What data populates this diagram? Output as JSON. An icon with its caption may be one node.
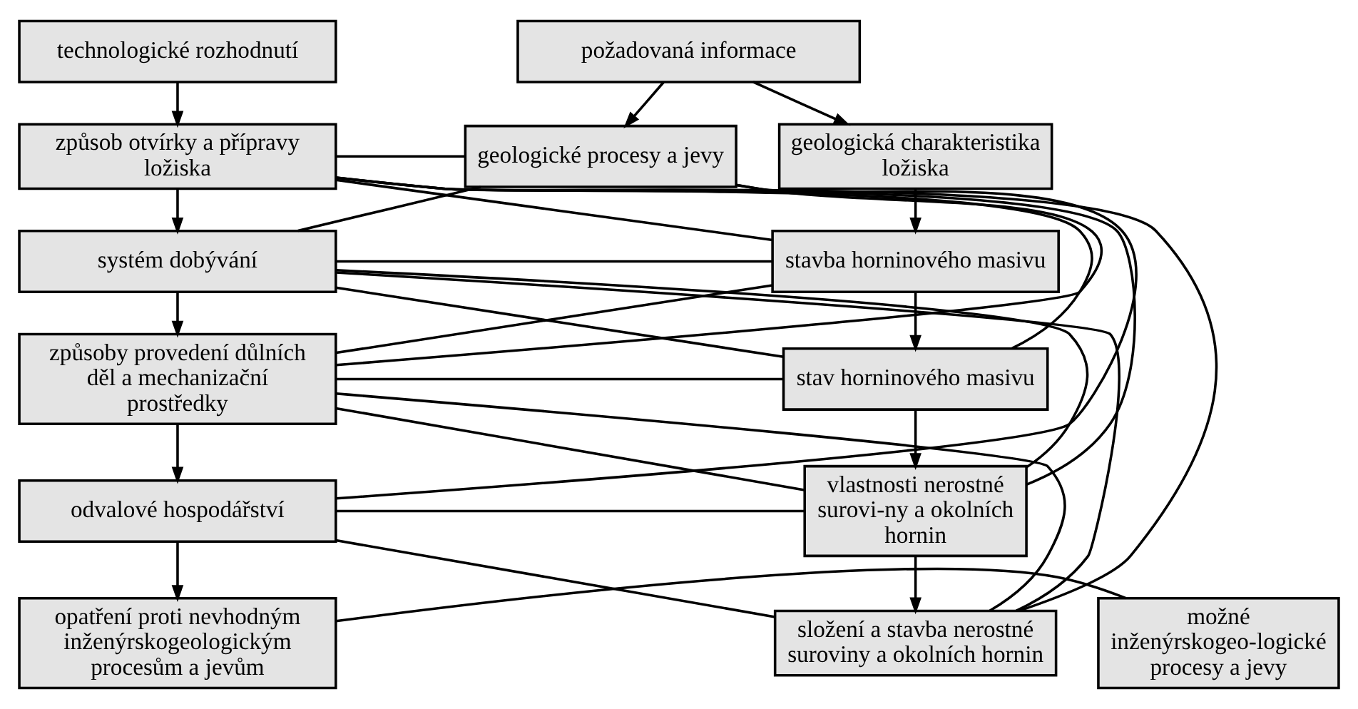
{
  "diagram": {
    "nodes": [
      {
        "text": [
          "technologické rozhodnutí"
        ]
      },
      {
        "text": [
          "způsob otvírky a přípravy ložiska"
        ]
      },
      {
        "text": [
          "systém dobývání"
        ]
      },
      {
        "text": [
          "způsoby provedení důlních děl a mechanizační prostředky"
        ]
      },
      {
        "text": [
          "odvalové hospodářství"
        ]
      },
      {
        "text": [
          "opatření proti nevhodným inženýrskogeologickým procesům a jevům"
        ]
      },
      {
        "text": [
          "možné inženýrskogeo-logické procesy a jevy"
        ]
      },
      {
        "text": [
          "požadovaná informace"
        ]
      },
      {
        "text": [
          "geologické procesy a jevy"
        ]
      },
      {
        "text": [
          "geologická charakteristika ložiska"
        ]
      },
      {
        "text": [
          "stavba horninového masivu"
        ]
      },
      {
        "text": [
          "stav horninového masivu"
        ]
      },
      {
        "text": [
          "vlastnosti nerostné surovi-ny a okolních hornin"
        ]
      },
      {
        "text": [
          "složení a stavba nerostné suroviny a okolních hornin"
        ]
      }
    ],
    "edges": [
      {
        "from": 0,
        "to": 1,
        "arrow": "to"
      },
      {
        "from": 1,
        "to": 2,
        "arrow": "to"
      },
      {
        "from": 2,
        "to": 3,
        "arrow": "to"
      },
      {
        "from": 3,
        "to": 4,
        "arrow": "to"
      },
      {
        "from": 4,
        "to": 5,
        "arrow": "to"
      },
      {
        "from": 5,
        "to": 6,
        "arrow": "none"
      },
      {
        "from": 7,
        "to": 8,
        "arrow": "to"
      },
      {
        "from": 7,
        "to": 9,
        "arrow": "to"
      },
      {
        "from": 9,
        "to": 10,
        "arrow": "to"
      },
      {
        "from": 10,
        "to": 11,
        "arrow": "to"
      },
      {
        "from": 11,
        "to": 12,
        "arrow": "to"
      },
      {
        "from": 12,
        "to": 13,
        "arrow": "to"
      },
      {
        "from": 1,
        "to": 8,
        "arrow": "none"
      },
      {
        "from": 1,
        "to": 10,
        "arrow": "none"
      },
      {
        "from": 1,
        "to": 11,
        "arrow": "none"
      },
      {
        "from": 1,
        "to": 12,
        "arrow": "none"
      },
      {
        "from": 1,
        "to": 13,
        "arrow": "none"
      },
      {
        "from": 2,
        "to": 8,
        "arrow": "none"
      },
      {
        "from": 2,
        "to": 10,
        "arrow": "none"
      },
      {
        "from": 2,
        "to": 11,
        "arrow": "none"
      },
      {
        "from": 2,
        "to": 12,
        "arrow": "none"
      },
      {
        "from": 2,
        "to": 13,
        "arrow": "none"
      },
      {
        "from": 3,
        "to": 8,
        "arrow": "none"
      },
      {
        "from": 3,
        "to": 10,
        "arrow": "none"
      },
      {
        "from": 3,
        "to": 11,
        "arrow": "none"
      },
      {
        "from": 3,
        "to": 12,
        "arrow": "none"
      },
      {
        "from": 3,
        "to": 13,
        "arrow": "none"
      },
      {
        "from": 4,
        "to": 8,
        "arrow": "none"
      },
      {
        "from": 4,
        "to": 12,
        "arrow": "none"
      },
      {
        "from": 4,
        "to": 13,
        "arrow": "none"
      }
    ]
  }
}
